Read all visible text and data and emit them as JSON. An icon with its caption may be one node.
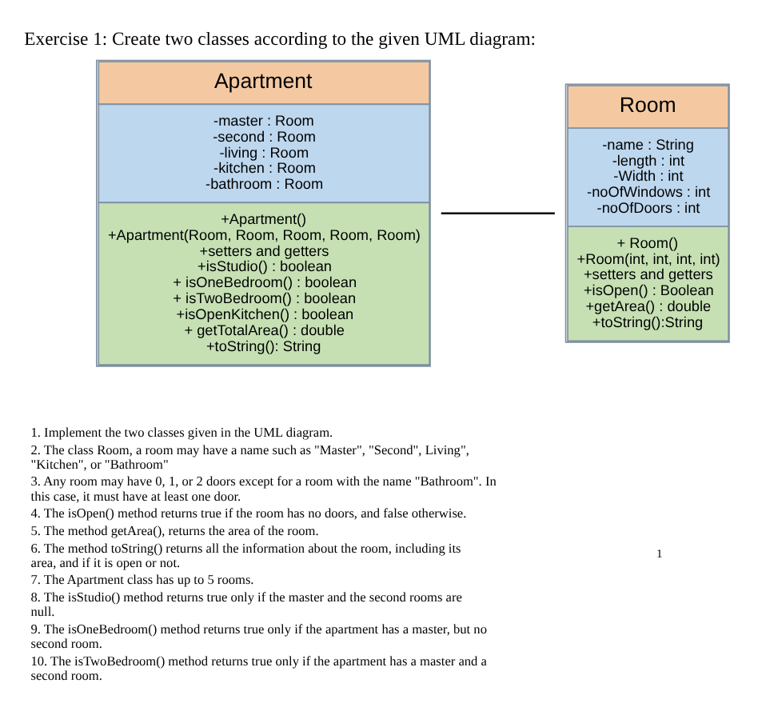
{
  "diagram": {
    "title": "Exercise 1: Create two classes according to the given UML diagram:",
    "nodes": [
      {
        "text": [
          "Apartment",
          "-master : Room",
          "-second : Room",
          "-living : Room",
          "-kitchen : Room",
          "-bathroom : Room",
          "+Apartment()",
          "+Apartment(Room, Room, Room, Room, Room)",
          "+setters and getters",
          "+isStudio() : boolean",
          "+ isOneBedroom() : boolean",
          "+ isTwoBedroom() : boolean",
          "+isOpenKitchen() : boolean",
          "+ getTotalArea() : double",
          "+toString(): String"
        ]
      },
      {
        "text": [
          "Room",
          "-name : String",
          "-length : int",
          "-Width : int",
          "-noOfWindows : int",
          "-noOfDoors : int",
          "+ Room()",
          "+Room(int, int, int, int)",
          "+setters and getters",
          "+isOpen() : Boolean",
          "+getArea() : double",
          "+toString():String"
        ]
      }
    ],
    "edges": [
      {
        "from": 0,
        "to": 1,
        "arrow": "none"
      }
    ],
    "labels": [
      "1. Implement the two classes given in the UML diagram.",
      "2. The class Room, a room may have a name such as \"Master\", \"Second\", Living\", \"Kitchen\", or \"Bathroom\"",
      "3. Any room may have 0, 1, or 2 doors except for a room with the name \"Bathroom\". In this case, it must have at least one door.",
      "4. The isOpen() method returns true if the room has no doors, and false otherwise.",
      "5. The method getArea(), returns the area of the room.",
      "6. The method toString() returns all the information about the room, including its area, and if it is open or not.",
      "7. The Apartment class has up to 5 rooms.",
      "8. The isStudio() method returns true only if the master and the second rooms are null.",
      "9. The isOneBedroom() method returns true only if the apartment has a master, but no second room.",
      "10. The isTwoBedroom() method returns true only if the apartment has a master and a second room.",
      "1"
    ]
  }
}
